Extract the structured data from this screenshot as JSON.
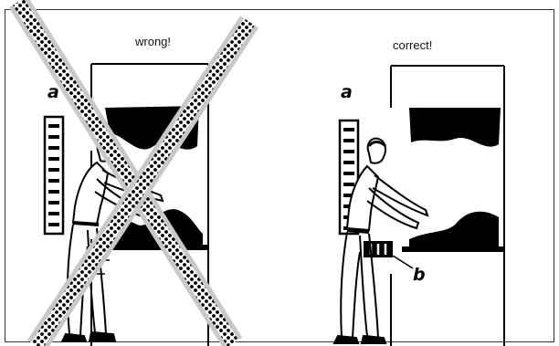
{
  "diagram": {
    "panels": [
      {
        "id": "left",
        "caption": "wrong!",
        "label_a": "a"
      },
      {
        "id": "right",
        "caption": "correct!",
        "label_a": "a",
        "label_b": "b"
      }
    ],
    "colors": {
      "ink": "#000000",
      "cross_band": "#c8c8c8",
      "frame": "#333333",
      "background": "#ffffff"
    }
  }
}
